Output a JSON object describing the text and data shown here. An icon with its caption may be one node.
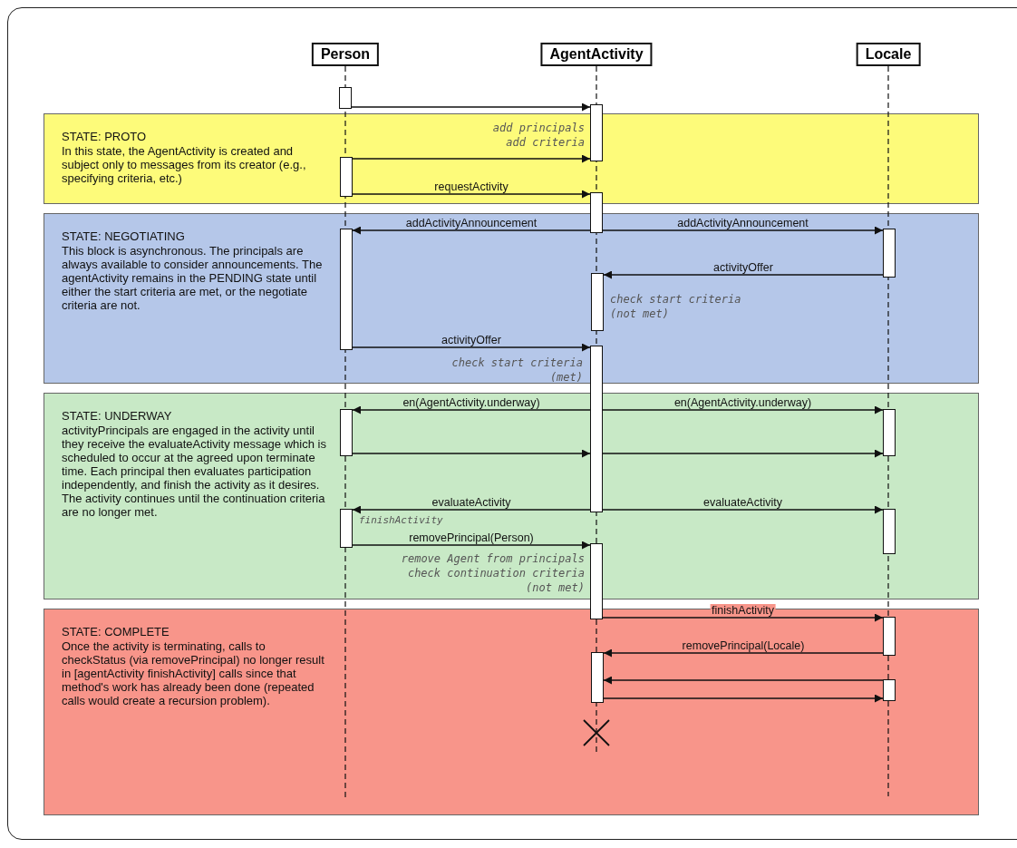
{
  "diagram": {
    "nodes": [
      {
        "text": [
          "Person"
        ]
      },
      {
        "text": [
          "AgentActivity"
        ]
      },
      {
        "text": [
          "Locale"
        ]
      },
      {
        "text": [],
        "shape": "bar"
      },
      {
        "text": [],
        "shape": "bar"
      },
      {
        "text": [
          "STATE: PROTO",
          "In this state, the AgentActivity is created and subject only to messages from its creator (e.g., specifying criteria, etc.)"
        ]
      },
      {
        "text": [],
        "shape": "bar",
        "in": 5
      },
      {
        "text": [],
        "shape": "bar"
      },
      {
        "text": [
          "STATE: NEGOTIATING",
          "This block is asynchronous. The principals are always available to consider announcements. The agentActivity remains in the PENDING state until either the start criteria are met, or the negotiate criteria are not."
        ]
      },
      {
        "text": [],
        "shape": "bar",
        "in": 8
      },
      {
        "text": [],
        "shape": "bar",
        "in": 8
      },
      {
        "text": [],
        "shape": "bar",
        "in": 8
      },
      {
        "text": [],
        "shape": "bar"
      },
      {
        "text": [
          "STATE: UNDERWAY",
          "activityPrincipals are engaged in the activity until they receive the evaluateActivity message which is scheduled to occur at the agreed upon terminate time. Each principal then evaluates participation independently, and finish the activity as it desires. The activity continues until the continuation criteria are no longer met."
        ]
      },
      {
        "text": [],
        "shape": "bar",
        "in": 13
      },
      {
        "text": [],
        "shape": "bar",
        "in": 13
      },
      {
        "text": [],
        "shape": "bar",
        "in": 13
      },
      {
        "text": [],
        "shape": "bar",
        "in": 13
      },
      {
        "text": [],
        "shape": "bar"
      },
      {
        "text": [
          "STATE: COMPLETE",
          "Once the activity is terminating, calls to checkStatus (via removePrincipal) no longer result in [agentActivity finishActivity] calls since that method's work has already been done (repeated calls would create a recursion problem)."
        ]
      },
      {
        "text": [],
        "shape": "bar",
        "in": 19
      },
      {
        "text": [],
        "shape": "bar",
        "in": 19
      },
      {
        "text": [],
        "shape": "bar",
        "in": 19
      }
    ],
    "edges": [
      {
        "from": 3,
        "to": 4,
        "arrow": "to"
      },
      {
        "from": 6,
        "to": 4,
        "arrow": "to"
      },
      {
        "from": 6,
        "to": 7,
        "arrow": "to",
        "label": "requestActivity"
      },
      {
        "from": 7,
        "to": 9,
        "arrow": "to",
        "label": "addActivityAnnouncement"
      },
      {
        "from": 7,
        "to": 10,
        "arrow": "to",
        "label": "addActivityAnnouncement"
      },
      {
        "from": 10,
        "to": 11,
        "arrow": "to",
        "label": "activityOffer"
      },
      {
        "from": 9,
        "to": 12,
        "arrow": "to",
        "label": "activityOffer"
      },
      {
        "from": 12,
        "to": 14,
        "arrow": "to",
        "label": "en(AgentActivity.underway)"
      },
      {
        "from": 12,
        "to": 15,
        "arrow": "to",
        "label": "en(AgentActivity.underway)"
      },
      {
        "from": 14,
        "to": 12,
        "arrow": "to"
      },
      {
        "from": 12,
        "to": 15,
        "arrow": "to"
      },
      {
        "from": 12,
        "to": 16,
        "arrow": "to",
        "label": "evaluateActivity"
      },
      {
        "from": 12,
        "to": 17,
        "arrow": "to",
        "label": "evaluateActivity"
      },
      {
        "from": 16,
        "to": 18,
        "arrow": "to",
        "label": "removePrincipal(Person)"
      },
      {
        "from": 18,
        "to": 20,
        "arrow": "to",
        "label": "finishActivity"
      },
      {
        "from": 20,
        "to": 21,
        "arrow": "to",
        "label": "removePrincipal(Locale)"
      },
      {
        "from": 22,
        "to": 21,
        "arrow": "to"
      },
      {
        "from": 21,
        "to": 22,
        "arrow": "to"
      }
    ],
    "labels": [
      "add principals add criteria",
      "check start criteria (not met)",
      "check start criteria (met)",
      "finishActivity",
      "remove Agent from principals check continuation criteria (not met)"
    ]
  }
}
